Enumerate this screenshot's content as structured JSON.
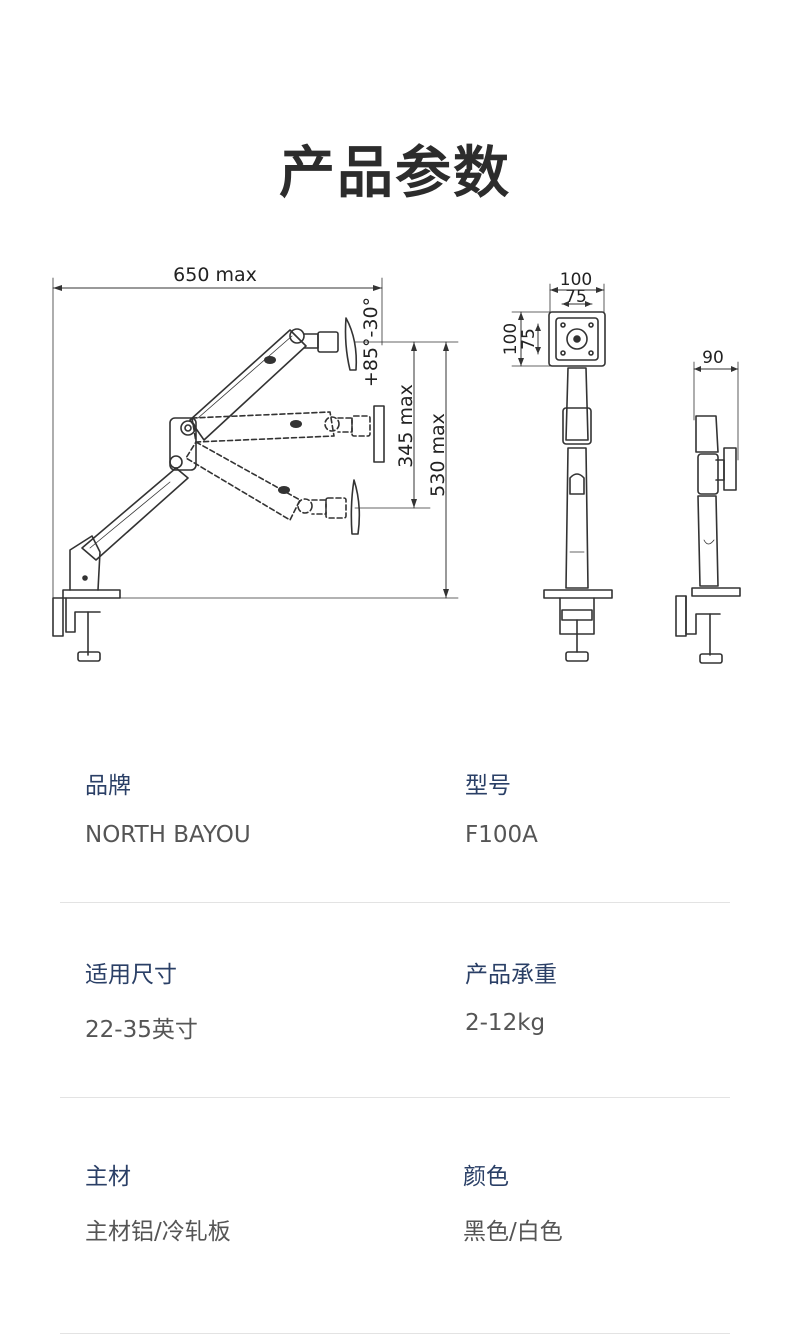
{
  "page_title": "产品参数",
  "dimensions": {
    "width_max": "650 max",
    "tilt_range": "+85°-30°",
    "height_345": "345 max",
    "height_530": "530 max",
    "vesa_100_h": "100",
    "vesa_75_h": "75",
    "vesa_100_v": "100",
    "vesa_75_v": "75",
    "depth_90": "90"
  },
  "specs": [
    {
      "label": "品牌",
      "value": "NORTH BAYOU"
    },
    {
      "label": "型号",
      "value": "F100A"
    },
    {
      "label": "适用尺寸",
      "value": "22-35英寸"
    },
    {
      "label": "产品承重",
      "value": "2-12kg"
    },
    {
      "label": "主材",
      "value": "主材铝/冷轧板"
    },
    {
      "label": "颜色",
      "value": "黑色/白色"
    }
  ]
}
